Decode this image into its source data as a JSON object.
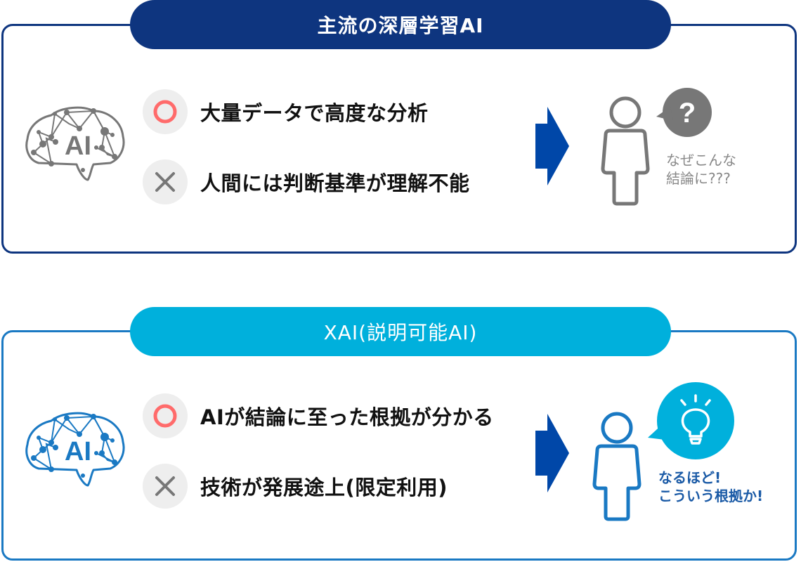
{
  "colors": {
    "navy": "#0e357f",
    "sky": "#00b0dc",
    "blue": "#1a79c3",
    "arrow": "#0047a8",
    "gray": "#777777",
    "circle_red": "#ff6b6b",
    "mark_bg": "#eeeeee"
  },
  "sections": [
    {
      "title": "主流の深層学習AI",
      "brain_icon_label": "AI",
      "pros": {
        "mark": "circle-icon",
        "text": "大量データで高度な分析"
      },
      "cons": {
        "mark": "cross-icon",
        "text": "人間には判断基準が理解不能"
      },
      "bubble_icon": "question-icon",
      "bubble_glyph": "?",
      "reaction": [
        "なぜこんな",
        "結論に???"
      ]
    },
    {
      "title": "XAI(説明可能AI)",
      "brain_icon_label": "AI",
      "pros": {
        "mark": "circle-icon",
        "text": "AIが結論に至った根拠が分かる"
      },
      "cons": {
        "mark": "cross-icon",
        "text": "技術が発展途上(限定利用)"
      },
      "bubble_icon": "lightbulb-icon",
      "reaction": [
        "なるほど!",
        "こういう根拠か!"
      ]
    }
  ]
}
